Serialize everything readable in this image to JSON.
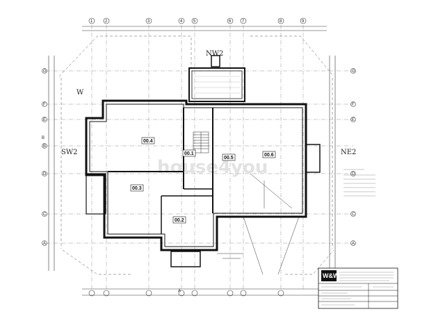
{
  "watermark": "house4you",
  "rooms": [
    {
      "id": "r1",
      "label": "00.4"
    },
    {
      "id": "r2",
      "label": "00.1"
    },
    {
      "id": "r3",
      "label": "00.5"
    },
    {
      "id": "r4",
      "label": "00.6"
    },
    {
      "id": "r5",
      "label": "00.3"
    },
    {
      "id": "r6",
      "label": "00.2"
    }
  ],
  "handwritten": {
    "nw": "NW2",
    "sw": "SW2",
    "ne": "NE2",
    "w": "W"
  },
  "grid_letters_left": [
    "G",
    "F",
    "E",
    "B",
    "D",
    "C",
    "A"
  ],
  "grid_letters_right": [
    "G",
    "F",
    "E",
    "D",
    "C",
    "A"
  ],
  "grid_numbers_top": [
    "1",
    "2",
    "3",
    "4",
    "5",
    "6",
    "7",
    "8",
    "9"
  ],
  "side_marks": {
    "top_left": "B",
    "bottom": "A"
  },
  "title_block": {
    "logo": "W&W"
  },
  "colors": {
    "line": "#1a1a1a",
    "light": "#8a8a8a",
    "paper": "#ffffff"
  }
}
